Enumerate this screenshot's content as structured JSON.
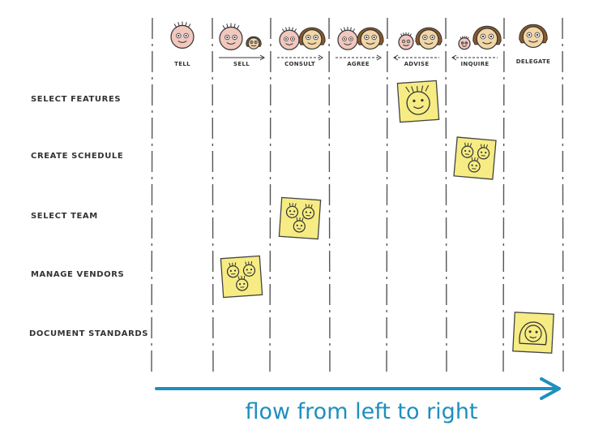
{
  "colors": {
    "ink": "#333333",
    "grid": "#555555",
    "note": "#f6ec83",
    "note_edge": "#444444",
    "manager_skin": "#f2c7bd",
    "employee_skin": "#f2d6a8",
    "hair": "#8a5a2b",
    "arrow": "#1e8fbf",
    "caption": "#1e8fbf"
  },
  "columns": [
    {
      "label": "TELL",
      "faces": [
        "manager-large"
      ]
    },
    {
      "label": "SELL",
      "faces": [
        "manager-large",
        "employee-small"
      ]
    },
    {
      "label": "CONSULT",
      "faces": [
        "manager-medium",
        "employee-medium"
      ]
    },
    {
      "label": "AGREE",
      "faces": [
        "manager-medium",
        "employee-medium"
      ]
    },
    {
      "label": "ADVISE",
      "faces": [
        "manager-small",
        "employee-medium"
      ]
    },
    {
      "label": "INQUIRE",
      "faces": [
        "manager-tiny",
        "employee-large"
      ]
    },
    {
      "label": "DELEGATE",
      "faces": [
        "employee-large"
      ]
    }
  ],
  "rows": [
    {
      "label": "SELECT FEATURES",
      "column": 5,
      "note": "single-face"
    },
    {
      "label": "CREATE SCHEDULE",
      "column": 6,
      "note": "three-faces"
    },
    {
      "label": "SELECT TEAM",
      "column": 3,
      "note": "three-faces"
    },
    {
      "label": "MANAGE VENDORS",
      "column": 2,
      "note": "three-faces"
    },
    {
      "label": "DOCUMENT STANDARDS",
      "column": 7,
      "note": "single-hair-face"
    }
  ],
  "footer": {
    "caption": "flow from left to right",
    "arrow_icon": "right-arrow-icon"
  }
}
